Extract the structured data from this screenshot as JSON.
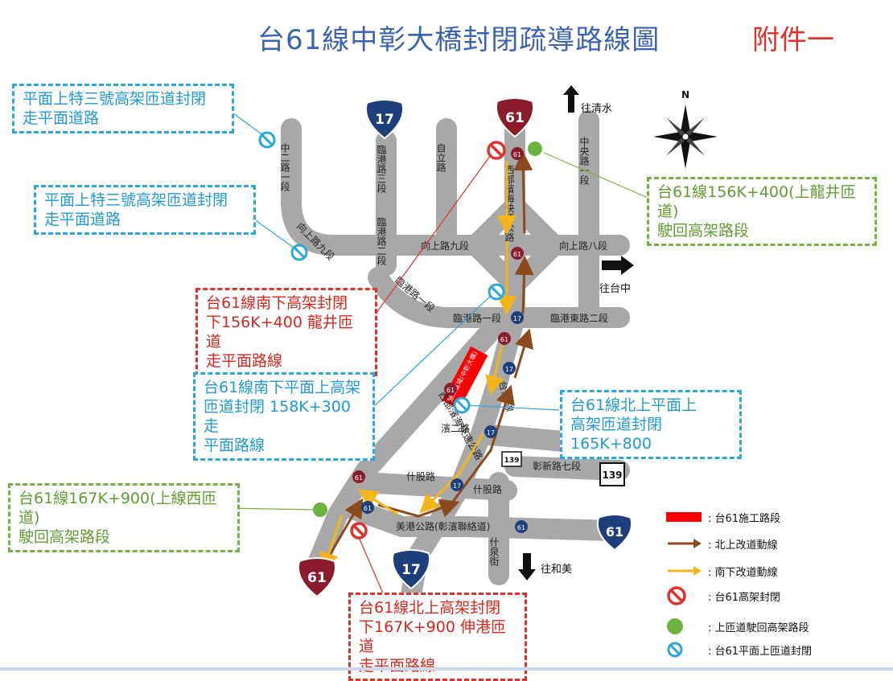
{
  "title": "台61線中彰大橋封閉疏導路線圖",
  "attachment": "附件一",
  "north": "N",
  "directions": {
    "qingshui": "往清水",
    "taichung": "往台中",
    "hemei": "往和美"
  },
  "callouts": {
    "top_left_1": "平面上特三號高架匝道封閉\n走平面道路",
    "top_left_2": "平面上特三號高架匝道封閉\n走平面道路",
    "longjing_green": "台61線156K+400(上龍井匝道)\n駛回高架路段",
    "south_red": "台61線南下高架封閉\n下156K+400 龍井匝道\n走平面路線",
    "south_blue": "台61線南下平面上高架\n匝道封閉 158K+300走\n平面路線",
    "north_blue": "台61線北上平面上\n高架匝道封閉165K+800",
    "west_green": "台61線167K+900(上線西匝道)\n駛回高架路段",
    "north_red": "台61線北上高架封閉\n下167K+900 伸港匝道\n走平面路線"
  },
  "roads": {
    "zhonger": "中二路一段",
    "linggang3": "臨港路三段",
    "ziliroad": "自立路",
    "westcoast": "西部濱海快速公路",
    "zhongyang": "中央路一段",
    "xiangshang9a": "向上路九段",
    "linggang2": "臨港路二段",
    "xiangshang9": "向上路九段",
    "xiangshang8": "向上路八段",
    "linggang1": "臨港路一段",
    "linggang1b": "臨港路一段",
    "linggangeast2": "臨港東路二段",
    "tai17": "台17線",
    "westcoast2": "西部濱海快速公路",
    "bin2": "濱二路",
    "zhangxin7": "彰新路七段",
    "shigu1": "什股路",
    "shigu2": "什股路",
    "meigang": "美港公路(彰濱聯絡道)",
    "shiquan": "什泉街",
    "construction": "施工區域(中彰大橋)"
  },
  "shields": {
    "r61": "61",
    "r17": "17",
    "r139": "139",
    "r61b": "61"
  },
  "legend": [
    {
      "icon": "red-bar",
      "text": ": 台61施工路段"
    },
    {
      "icon": "brown-arrow",
      "text": ": 北上改道動線"
    },
    {
      "icon": "yellow-arrow",
      "text": ": 南下改道動線"
    },
    {
      "icon": "red-prohibition",
      "text": ": 台61高架封閉"
    },
    {
      "icon": "green-dot",
      "text": ": 上匝道駛回高架路段"
    },
    {
      "icon": "blue-prohibition",
      "text": ": 台61平面上匝道封閉"
    }
  ],
  "colors": {
    "road": "#a8a8a8",
    "title": "#3b63b3",
    "attachment": "#e0312c",
    "construction": "#ff0000",
    "northbound": "#8b4a1e",
    "southbound": "#f3b51b",
    "blue_callout": "#29a8dc",
    "red_callout": "#e0312c",
    "green_callout": "#79b044",
    "shield61": "#8a1c2c",
    "shield17": "#1f3f7a"
  }
}
